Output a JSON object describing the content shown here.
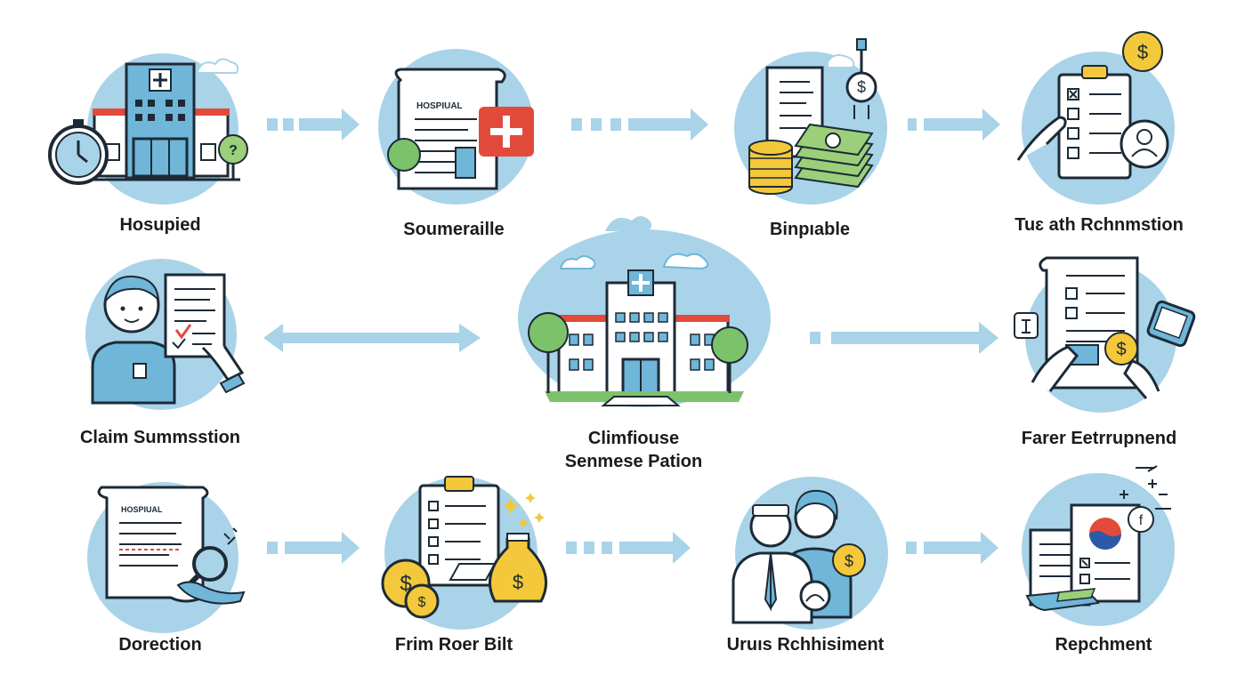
{
  "colors": {
    "circle": "#a9d3e8",
    "arrow": "#a9d3e8",
    "outline": "#1d2a36",
    "accent_red": "#e24a3b",
    "coin_gold": "#f3c83a",
    "money_green": "#9bcf7a",
    "tree_green": "#7cc26b"
  },
  "steps": [
    {
      "label": "Hosupied",
      "icon": "hospital-building-icon"
    },
    {
      "label": "Soumeraille",
      "icon": "hospital-scroll-icon"
    },
    {
      "label": "Binpıable",
      "icon": "money-stack-icon"
    },
    {
      "label": "Tuɛ ath Rchnmstion",
      "icon": "clipboard-checklist-icon"
    },
    {
      "label": "Claim Summsstion",
      "icon": "person-document-icon"
    },
    {
      "label": "Farer Eetrrupnend",
      "icon": "document-payment-icon"
    },
    {
      "label": "Dorection",
      "icon": "scroll-magnifier-icon"
    },
    {
      "label": "Frim Roer Bilt",
      "icon": "clipboard-money-icon"
    },
    {
      "label": "Uruıs Rchhisiment",
      "icon": "staff-people-icon"
    },
    {
      "label": "Repchment",
      "icon": "payment-card-icon"
    }
  ],
  "hub": {
    "line1": "Climfiouse",
    "line2": "Senmese Pation",
    "icon": "central-hospital-icon"
  },
  "doc_text": {
    "scroll_header": "HOSPIUAL",
    "scroll_header_2": "HOSPIUAL"
  }
}
